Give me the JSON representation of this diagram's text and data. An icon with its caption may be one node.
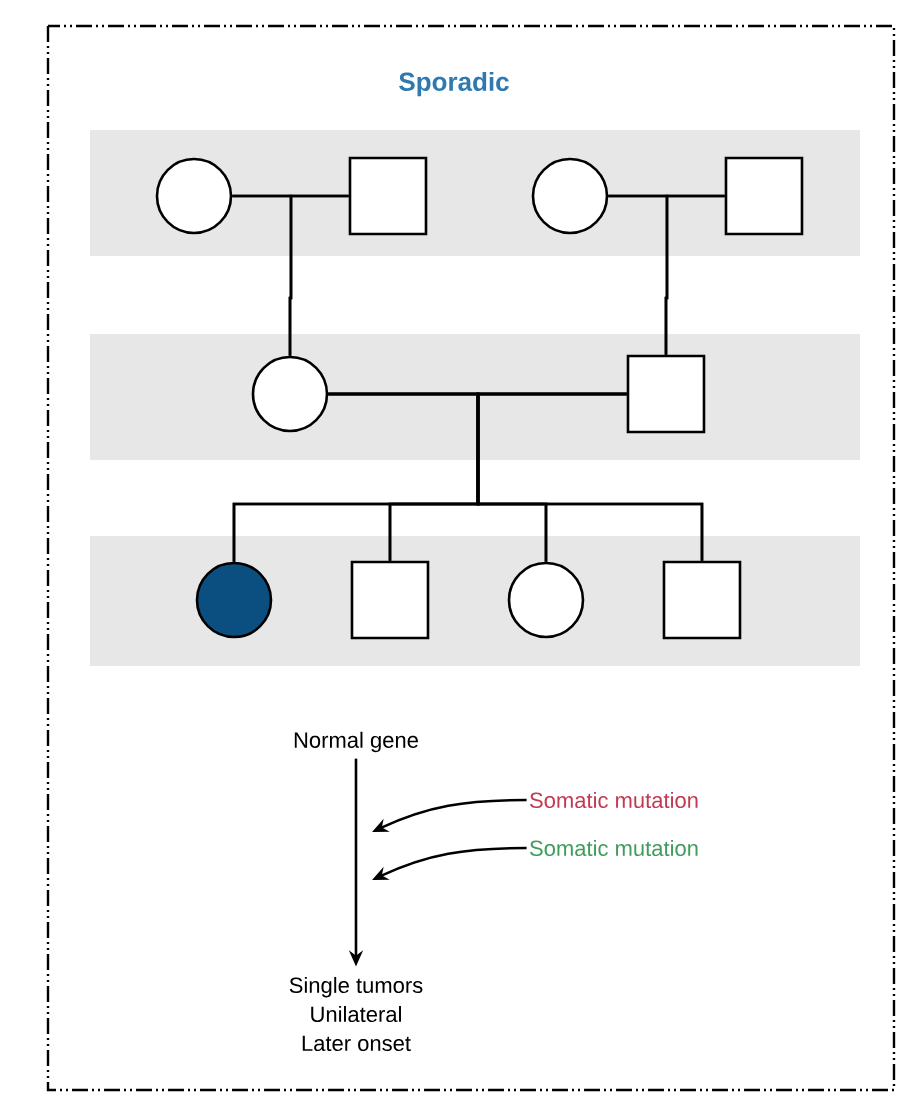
{
  "diagram": {
    "title": "Sporadic",
    "nodes": [
      {
        "text": [],
        "shape": "circle"
      },
      {
        "text": [],
        "shape": "box"
      },
      {
        "text": [],
        "shape": "circle"
      },
      {
        "text": [],
        "shape": "box"
      },
      {
        "text": [],
        "shape": "circle"
      },
      {
        "text": [],
        "shape": "box"
      },
      {
        "text": [],
        "shape": "circle"
      },
      {
        "text": [],
        "shape": "box"
      },
      {
        "text": [],
        "shape": "circle"
      },
      {
        "text": [],
        "shape": "box"
      },
      {
        "text": [
          "Normal gene"
        ]
      },
      {
        "text": [
          "Somatic mutation"
        ]
      },
      {
        "text": [
          "Somatic mutation"
        ]
      },
      {
        "text": [
          "Single tumors",
          "Unilateral",
          "Later onset"
        ]
      }
    ],
    "edges": [
      {
        "from": 0,
        "to": 1,
        "arrow": "none"
      },
      {
        "from": 2,
        "to": 3,
        "arrow": "none"
      },
      {
        "from": 0,
        "to": 4,
        "arrow": "none"
      },
      {
        "from": 1,
        "to": 4,
        "arrow": "none"
      },
      {
        "from": 2,
        "to": 5,
        "arrow": "none"
      },
      {
        "from": 3,
        "to": 5,
        "arrow": "none"
      },
      {
        "from": 4,
        "to": 5,
        "arrow": "none"
      },
      {
        "from": 4,
        "to": 6,
        "arrow": "none"
      },
      {
        "from": 5,
        "to": 6,
        "arrow": "none"
      },
      {
        "from": 4,
        "to": 7,
        "arrow": "none"
      },
      {
        "from": 5,
        "to": 7,
        "arrow": "none"
      },
      {
        "from": 4,
        "to": 8,
        "arrow": "none"
      },
      {
        "from": 5,
        "to": 8,
        "arrow": "none"
      },
      {
        "from": 4,
        "to": 9,
        "arrow": "none"
      },
      {
        "from": 5,
        "to": 9,
        "arrow": "none"
      },
      {
        "from": 10,
        "to": 13,
        "arrow": "to"
      },
      {
        "from": 11,
        "to": null,
        "arrow": "to"
      },
      {
        "from": 12,
        "to": null,
        "arrow": "to"
      }
    ]
  }
}
